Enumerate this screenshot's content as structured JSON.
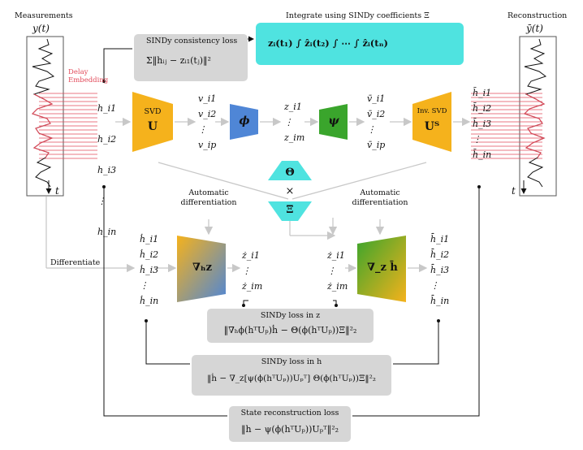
{
  "colors": {
    "svd": "#f5b21c",
    "phi": "#4f86d6",
    "psi": "#3aa52c",
    "theta": "#4fe3e0",
    "gray_box": "#d6d6d6",
    "delay": "#e24a5a",
    "arrow": "#c8c8c8"
  },
  "left_panel": {
    "title": "Measurements",
    "signal": "y(t)",
    "delay_label": "Delay\nEmbedding",
    "t_label": "t"
  },
  "right_panel": {
    "title": "Reconstruction",
    "signal": "ȳ(t)",
    "t_label": "t"
  },
  "top": {
    "consistency_title": "SINDy consistency loss",
    "consistency_formula": "Σ‖hᵢⱼ − zᵢ₁(tⱼ)‖²",
    "integrate_title": "Integrate using SINDy coefficients Ξ",
    "integrate_formula": "zᵢ(t₁) ∫ ẑᵢ(t₂) ∫ ⋯ ∫ ẑᵢ(tₙ)"
  },
  "encoder": {
    "h_inputs": [
      "h_i1",
      "h_i2",
      "h_i3",
      "⋮",
      "h_in"
    ],
    "svd_label": "SVD",
    "svd_symbol": "U",
    "v_outputs": [
      "v_i1",
      "v_i2",
      "⋮",
      "v_ip"
    ],
    "phi": "ϕ",
    "z": [
      "z_i1",
      "⋮",
      "z_im"
    ],
    "psi": "ψ",
    "vbar": [
      "v̄_i1",
      "v̄_i2",
      "⋮",
      "v̄_ip"
    ],
    "inv_svd_label": "Inv. SVD",
    "inv_svd_symbol": "Uᵀ",
    "hbar_outputs": [
      "h̄_i1",
      "h̄_i2",
      "h̄_i3",
      "⋮",
      "h̄_in"
    ]
  },
  "center_block": {
    "theta": "Θ",
    "times": "×",
    "xi": "Ξ"
  },
  "autodiff_left": "Automatic\ndifferentiation",
  "autodiff_right": "Automatic\ndifferentiation",
  "differentiate": "Differentiate",
  "lower": {
    "hdot": [
      "ḣ_i1",
      "ḣ_i2",
      "ḣ_i3",
      "⋮",
      "ḣ_in"
    ],
    "grad_h_z": "∇ₕz",
    "zdot": [
      "ż_i1",
      "⋮",
      "ż_im"
    ],
    "zdot2": [
      "ż_i1",
      "⋮",
      "ż_im"
    ],
    "grad_z_hbar": "∇_z h̄",
    "hbar_dot": [
      "h̄̇_i1",
      "h̄̇_i2",
      "h̄̇_i3",
      "⋮",
      "h̄̇_in"
    ]
  },
  "losses": {
    "z_title": "SINDy loss in z",
    "z_formula": "‖∇ₕϕ(hᵀUₚ)ḣ − Θ(ϕ(hᵀUₚ))Ξ‖²₂",
    "h_title": "SINDy loss in h",
    "h_formula": "‖ḣ − ∇_z[ψ(ϕ(hᵀUₚ))Uₚᵀ] Θ(ϕ(hᵀUₚ))Ξ‖²₂",
    "recon_title": "State reconstruction loss",
    "recon_formula": "‖h − ψ(ϕ(hᵀUₚ))Uₚᵀ‖²₂"
  }
}
